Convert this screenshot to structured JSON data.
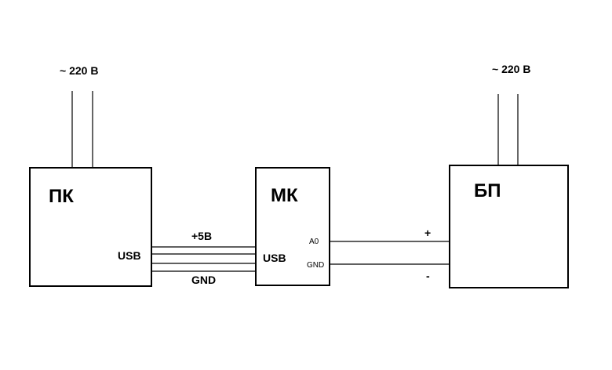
{
  "pc": {
    "label": "ПК",
    "usb_label": "USB",
    "power_label": "~ 220 В"
  },
  "mc": {
    "label": "МК",
    "usb_label": "USB",
    "pin_a0": "A0",
    "pin_gnd": "GND"
  },
  "psu": {
    "label": "БП",
    "power_label": "~ 220 В"
  },
  "usb_link": {
    "plus_label": "+5В",
    "gnd_label": "GND"
  },
  "psu_link": {
    "plus_label": "+",
    "minus_label": "-"
  }
}
